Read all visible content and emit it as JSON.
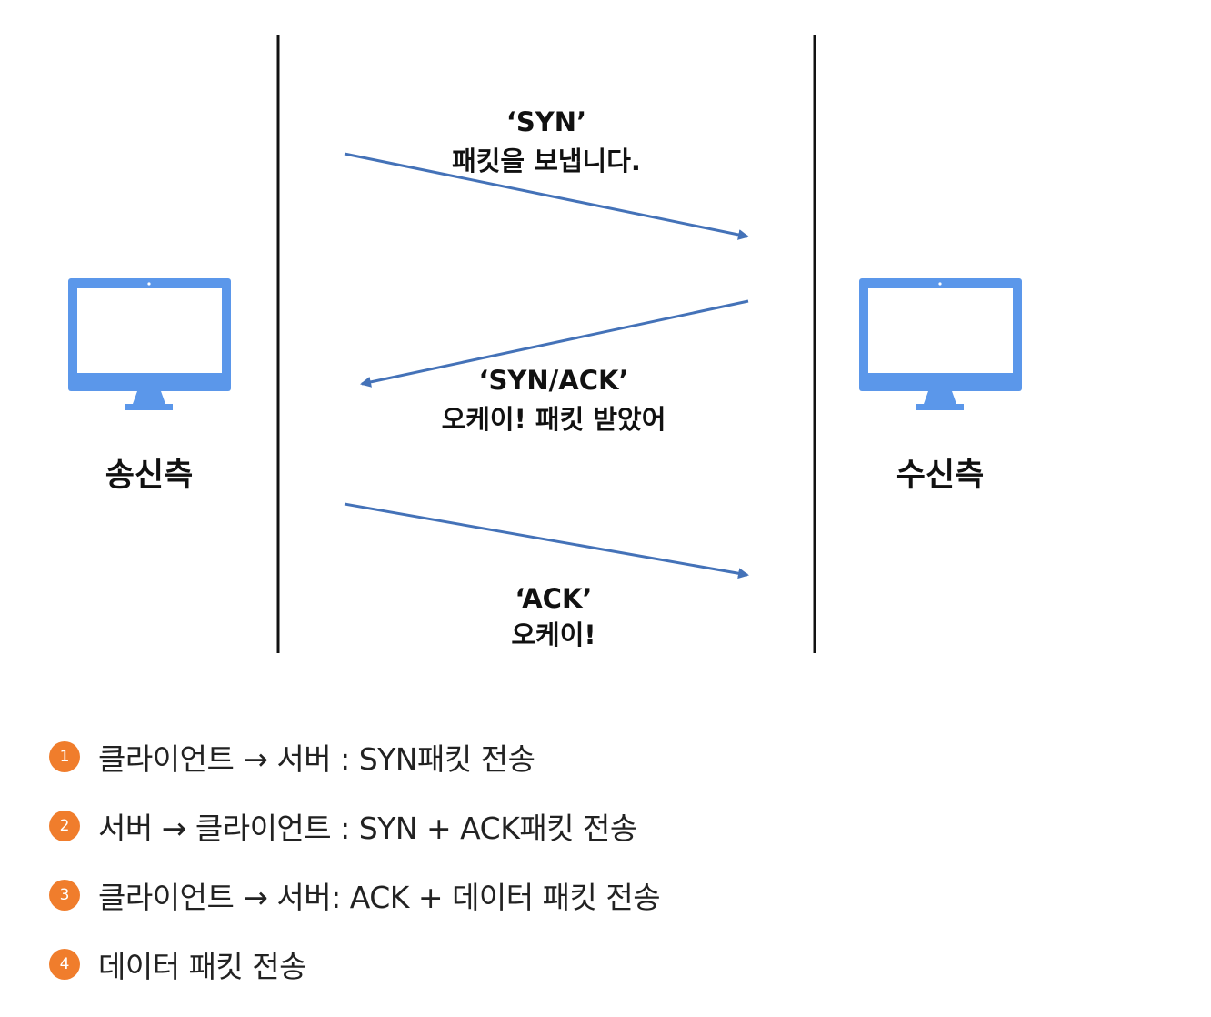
{
  "diagram": {
    "sender_label": "송신측",
    "receiver_label": "수신측",
    "messages": [
      {
        "title": "‘SYN’",
        "subtitle": "패킷을 보냅니다.",
        "direction": "to-receiver"
      },
      {
        "title": "‘SYN/ACK’",
        "subtitle": "오케이! 패킷 받았어",
        "direction": "to-sender"
      },
      {
        "title": "‘ACK’",
        "subtitle": "오케이!",
        "direction": "to-receiver"
      }
    ],
    "colors": {
      "arrow": "#4472b8",
      "monitor": "#5b97ea",
      "lifeline": "#111111"
    }
  },
  "steps": [
    {
      "number": "1",
      "text": "클라이언트 → 서버 : SYN패킷 전송"
    },
    {
      "number": "2",
      "text": "서버 → 클라이언트 : SYN + ACK패킷 전송"
    },
    {
      "number": "3",
      "text": "클라이언트 → 서버: ACK + 데이터 패킷 전송"
    },
    {
      "number": "4",
      "text": "데이터 패킷 전송"
    }
  ],
  "colors": {
    "step_badge": "#f07d2c"
  }
}
